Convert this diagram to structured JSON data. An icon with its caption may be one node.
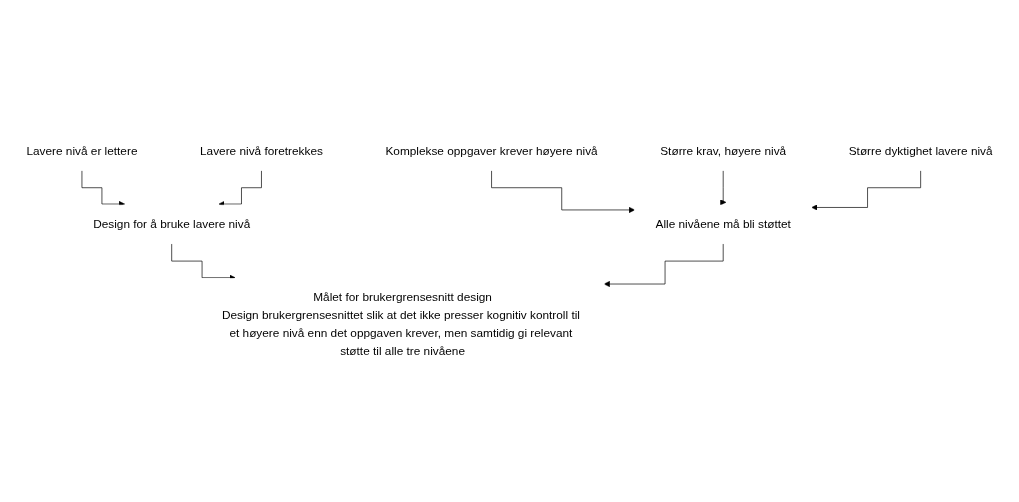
{
  "diagram": {
    "nodes": [
      {
        "text": [
          "Lavere nivå er lettere"
        ]
      },
      {
        "text": [
          "Lavere nivå foretrekkes"
        ]
      },
      {
        "text": [
          "Komplekse oppgaver krever høyere nivå"
        ]
      },
      {
        "text": [
          "Større krav, høyere nivå"
        ]
      },
      {
        "text": [
          "Større dyktighet lavere nivå"
        ]
      },
      {
        "text": [
          "Design for å bruke lavere nivå"
        ]
      },
      {
        "text": [
          "Alle nivåene må bli støttet"
        ]
      },
      {
        "text": [
          "Målet for brukergrensesnitt design",
          "Design brukergrensesnittet slik at det ikke presser kognitiv kontroll til et høyere nivå enn det oppgaven krever, men samtidig gi relevant støtte til alle tre nivåene"
        ]
      }
    ],
    "edges": [
      {
        "from": 0,
        "to": 5,
        "arrow": "to"
      },
      {
        "from": 1,
        "to": 5,
        "arrow": "to"
      },
      {
        "from": 2,
        "to": 6,
        "arrow": "to"
      },
      {
        "from": 3,
        "to": 6,
        "arrow": "to"
      },
      {
        "from": 4,
        "to": 6,
        "arrow": "to"
      },
      {
        "from": 5,
        "to": 7,
        "arrow": "to"
      },
      {
        "from": 6,
        "to": 7,
        "arrow": "to"
      }
    ]
  }
}
